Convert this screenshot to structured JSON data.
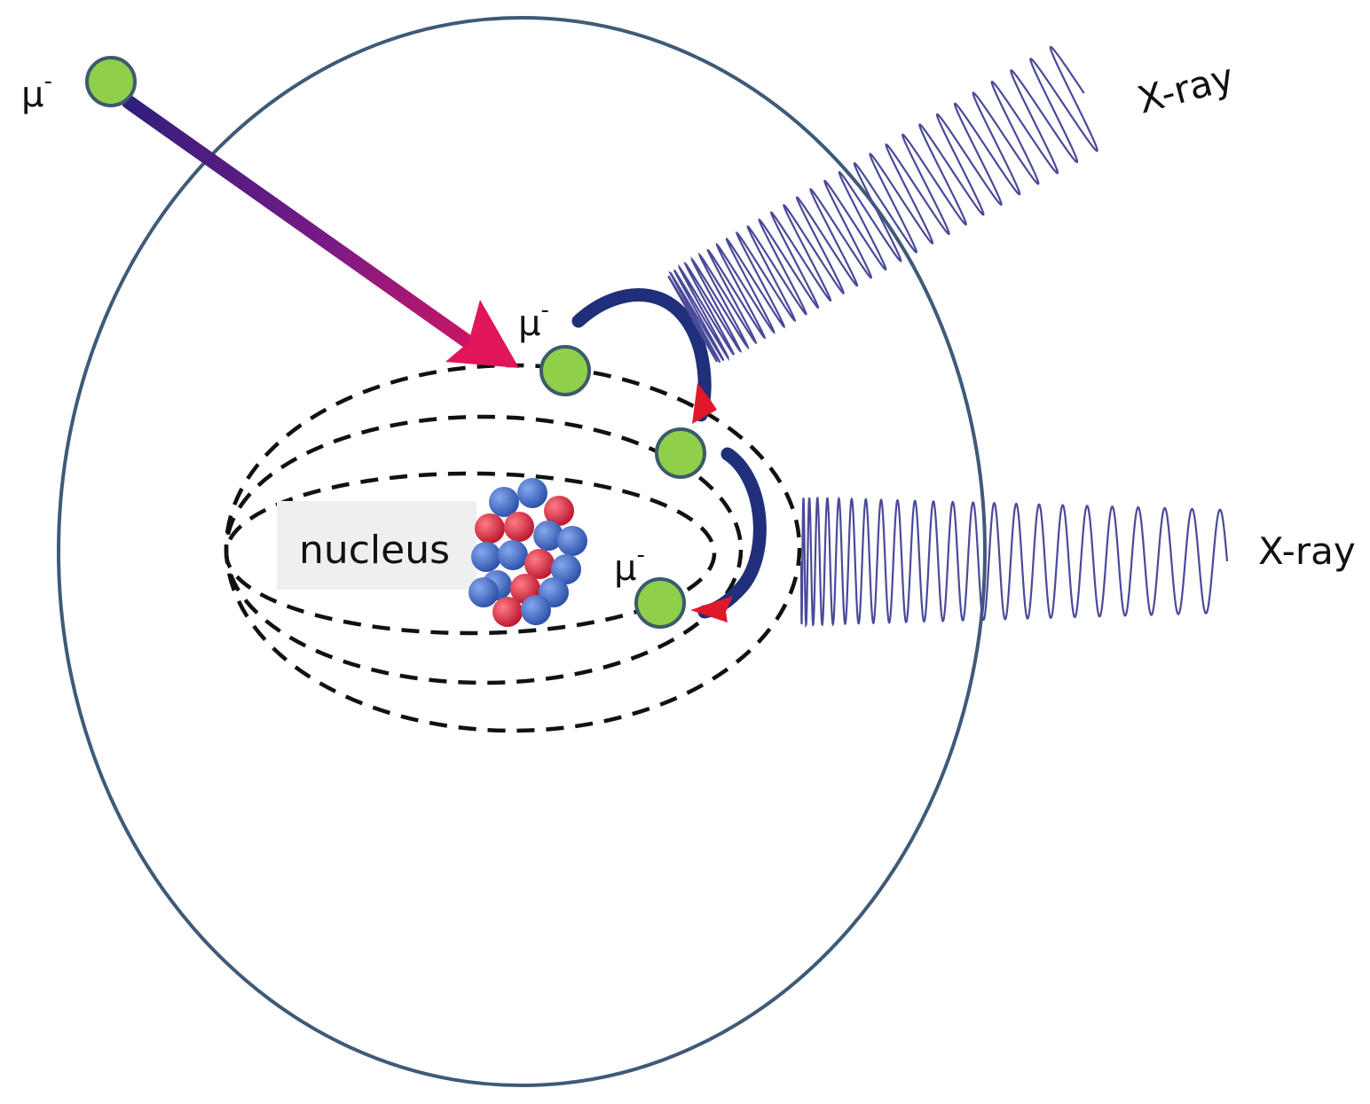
{
  "labels": {
    "muon": "μ",
    "muon_charge": "-",
    "nucleus": "nucleus",
    "xray_upper": "X-ray",
    "xray_lower": "X-ray"
  },
  "colors": {
    "atom_outline": "#3f5a78",
    "orbit": "#111111",
    "muon_fill": "#8fcf4a",
    "muon_stroke": "#3c5a6e",
    "arrow_start": "#2a1f7a",
    "arrow_end": "#e0155a",
    "transition_blue": "#1f2f7a",
    "transition_red": "#e0182a",
    "xray_wave": "#4a4a9a",
    "proton": "#d8203a",
    "neutron": "#3a64c8"
  }
}
